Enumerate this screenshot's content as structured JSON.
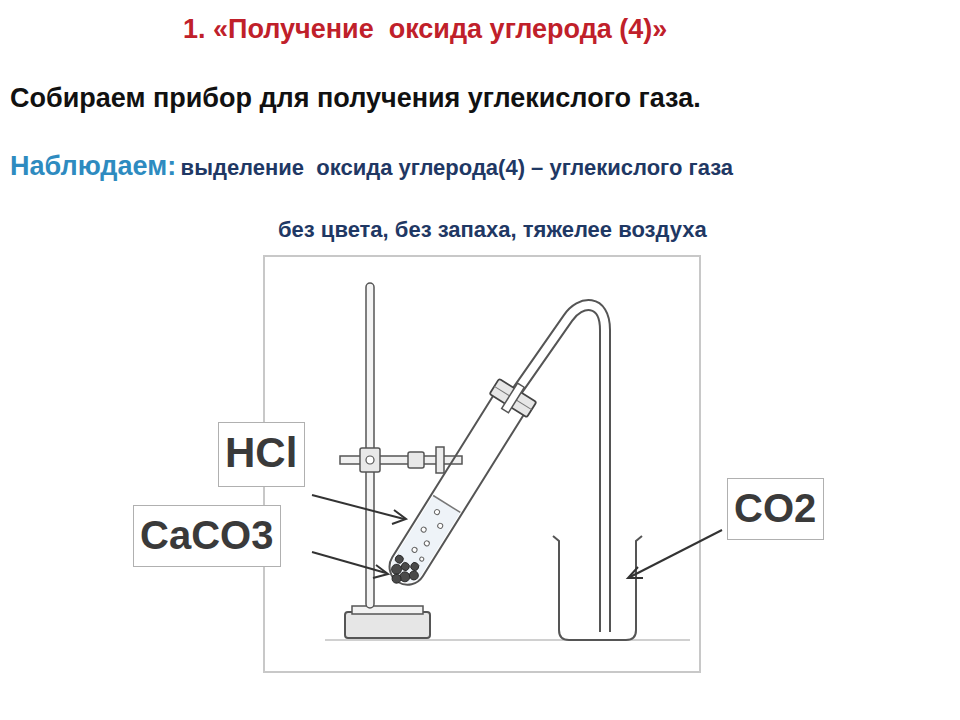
{
  "diagram": {
    "title": "1. «Получение  оксида углерода (4)»",
    "nodes": [
      {
        "text": [
          "HCl"
        ]
      },
      {
        "text": [
          "CaCO3"
        ]
      },
      {
        "text": [
          "CO2"
        ]
      }
    ],
    "labels": [
      "Собираем прибор для получения углекислого газа.",
      "Наблюдаем:",
      "выделение  оксида углерода(4) – углекислого газа",
      "без цвета, без запаха, тяжелее воздуха"
    ]
  }
}
